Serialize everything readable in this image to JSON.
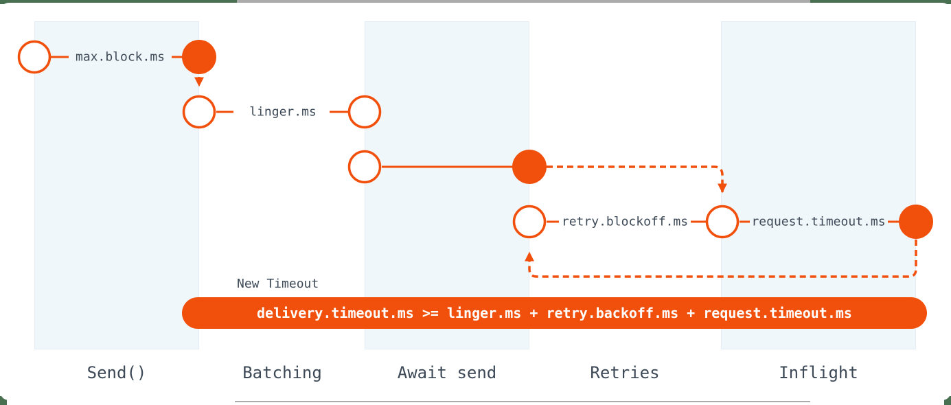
{
  "columns": [
    {
      "label": "Send()"
    },
    {
      "label": "Batching"
    },
    {
      "label": "Await send"
    },
    {
      "label": "Retries"
    },
    {
      "label": "Inflight"
    }
  ],
  "annotations": {
    "max_block": "max.block.ms",
    "linger": "linger.ms",
    "retry_backoff": "retry.blockoff.ms",
    "request_timeout": "request.timeout.ms"
  },
  "callout": {
    "label": "New Timeout"
  },
  "banner": {
    "formula": "delivery.timeout.ms >= linger.ms + retry.backoff.ms + request.timeout.ms"
  },
  "colors": {
    "accent": "#F1500C",
    "column_fill": "#F0F7FA",
    "column_border": "#E3EDF3",
    "text": "#3D4956",
    "frame_green": "#4A7052",
    "frame_gray": "#ABABAB",
    "banner_text": "#FFFFFF"
  }
}
